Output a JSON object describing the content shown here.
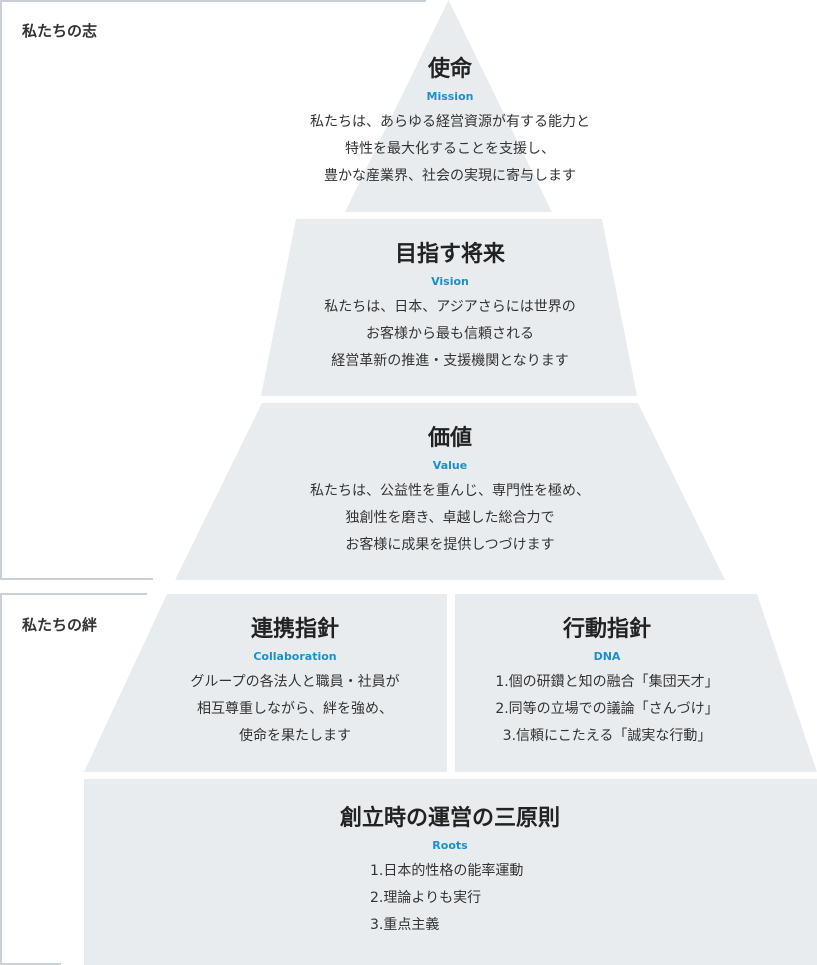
{
  "colors": {
    "shape_fill": "#e9ecef",
    "accent": "#1a8fc9",
    "bracket": "#c9d0d6"
  },
  "groups": {
    "kokorozashi_label": "私たちの志",
    "kizuna_label": "私たちの絆"
  },
  "tiers": {
    "mission": {
      "title": "使命",
      "subtitle": "Mission",
      "lines": [
        "私たちは、あらゆる経営資源が有する能力と",
        "特性を最大化することを支援し、",
        "豊かな産業界、社会の実現に寄与します"
      ]
    },
    "vision": {
      "title": "目指す将来",
      "subtitle": "Vision",
      "lines": [
        "私たちは、日本、アジアさらには世界の",
        "お客様から最も信頼される",
        "経営革新の推進・支援機関となります"
      ]
    },
    "value": {
      "title": "価値",
      "subtitle": "Value",
      "lines": [
        "私たちは、公益性を重んじ、専門性を極め、",
        "独創性を磨き、卓越した総合力で",
        "お客様に成果を提供しつづけます"
      ]
    },
    "collaboration": {
      "title": "連携指針",
      "subtitle": "Collaboration",
      "lines": [
        "グループの各法人と職員・社員が",
        "相互尊重しながら、絆を強め、",
        "使命を果たします"
      ]
    },
    "dna": {
      "title": "行動指針",
      "subtitle": "DNA",
      "lines": [
        "1.個の研鑽と知の融合「集団天才」",
        "2.同等の立場での議論「さんづけ」",
        "3.信頼にこたえる「誠実な行動」"
      ]
    },
    "roots": {
      "title": "創立時の運営の三原則",
      "subtitle": "Roots",
      "lines": [
        "1.日本的性格の能率運動",
        "2.理論よりも実行",
        "3.重点主義"
      ]
    }
  }
}
